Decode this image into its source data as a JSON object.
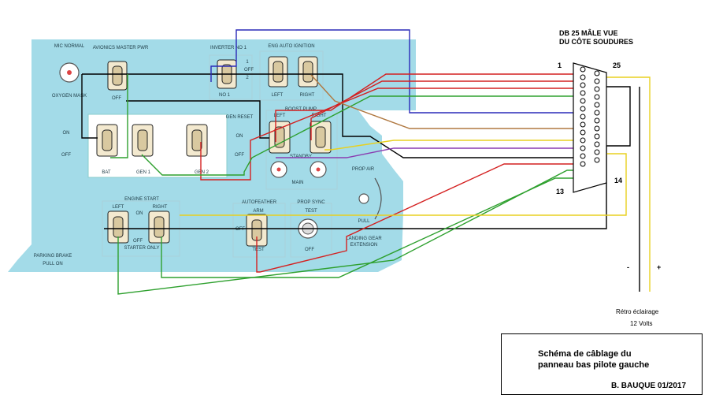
{
  "panel": {
    "labels": {
      "mic_normal": "MIC NORMAL",
      "avionics_master": "AVIONICS MASTER PWR",
      "inverter": "INVERTER NO 1",
      "inverter_positions": [
        "1",
        "OFF",
        "2"
      ],
      "inverter_bottom": "NO 1",
      "eng_auto_ignition": "ENG AUTO IGNITION",
      "left": "LEFT",
      "right": "RIGHT",
      "oxygen_mask": "OXYGEN MASK",
      "off": "OFF",
      "on": "ON",
      "gen_reset": "GEN RESET",
      "boost_pump": "BOOST PUMP",
      "standby": "STANDBY",
      "main": "MAIN",
      "bat": "BAT",
      "gen1": "GEN 1",
      "gen2": "GEN 2",
      "prop_air": "PROP AIR",
      "pull": "PULL",
      "engine_start": "ENGINE START",
      "starter_only": "STARTER ONLY",
      "autofeather": "AUTOFEATHER",
      "arm": "ARM",
      "test": "TEST",
      "prop_sync": "PROP SYNC",
      "test2": "TEST",
      "landing_gear": "LANDING GEAR",
      "extension": "EXTENSION",
      "parking_brake": "PARKING BRAKE",
      "pull_on": "PULL ON"
    }
  },
  "connector": {
    "heading_line1": "DB 25 MÂLE VUE",
    "heading_line2": "DU CÔTE SOUDURES",
    "pin1": "1",
    "pin25": "25",
    "pin13": "13",
    "pin14": "14"
  },
  "backlight": {
    "minus": "-",
    "plus": "+",
    "label_line1": "Rétro éclairage",
    "label_line2": "12 Volts"
  },
  "title_block": {
    "line1": "Schéma  de câblage du",
    "line2": "panneau bas pilote gauche",
    "author": "B. BAUQUE  01/2017"
  },
  "colors": {
    "panel": "#a3dbe8",
    "wire_black": "#000000",
    "wire_red": "#d42020",
    "wire_green": "#2ea02e",
    "wire_blue": "#2a2ab8",
    "wire_brown": "#b07840",
    "wire_yellow": "#e8d020",
    "wire_purple": "#8a3cb0"
  }
}
